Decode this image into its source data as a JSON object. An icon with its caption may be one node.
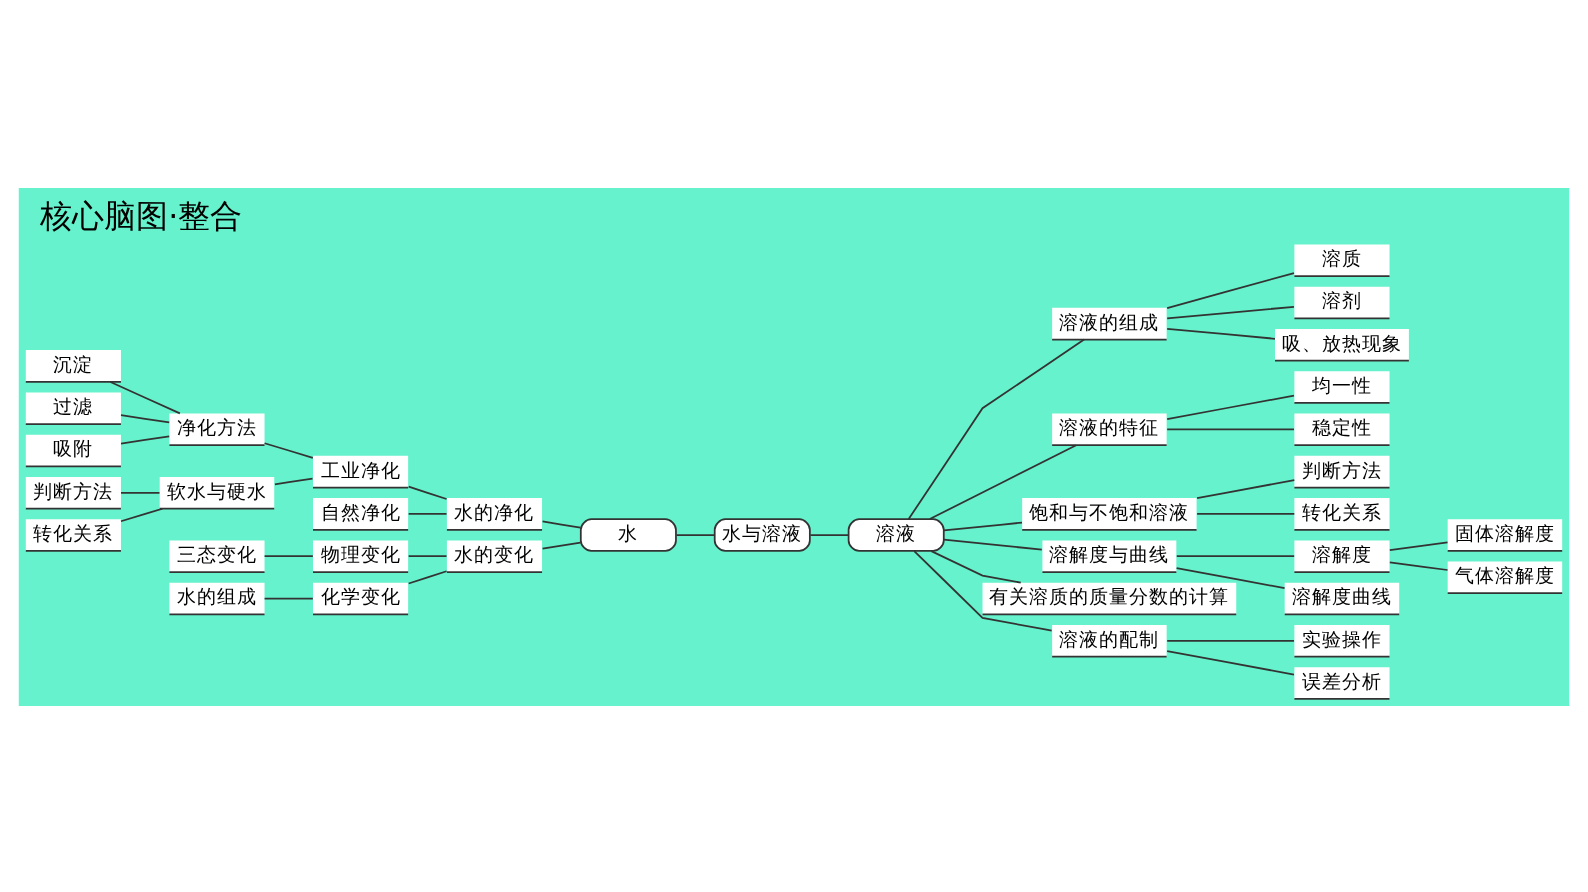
{
  "diagram": {
    "title": "核心脑图·整合",
    "nodes": [
      {
        "text": [
          "沉淀"
        ]
      },
      {
        "text": [
          "过滤"
        ]
      },
      {
        "text": [
          "吸附"
        ]
      },
      {
        "text": [
          "净化方法"
        ]
      },
      {
        "text": [
          "自然净化"
        ]
      },
      {
        "text": [
          "工业净化"
        ]
      },
      {
        "text": [
          "水的净化"
        ]
      },
      {
        "text": [
          "判断方法"
        ]
      },
      {
        "text": [
          "转化关系"
        ]
      },
      {
        "text": [
          "软水与硬水"
        ]
      },
      {
        "text": [
          "三态变化"
        ]
      },
      {
        "text": [
          "物理变化"
        ]
      },
      {
        "text": [
          "水的组成"
        ]
      },
      {
        "text": [
          "化学变化"
        ]
      },
      {
        "text": [
          "水的变化"
        ]
      },
      {
        "text": [
          "水"
        ]
      },
      {
        "text": [
          "水与溶液"
        ]
      },
      {
        "text": [
          "溶液"
        ]
      },
      {
        "text": [
          "溶液的组成"
        ]
      },
      {
        "text": [
          "溶质"
        ]
      },
      {
        "text": [
          "溶剂"
        ]
      },
      {
        "text": [
          "吸、放热现象"
        ]
      },
      {
        "text": [
          "溶液的特征"
        ]
      },
      {
        "text": [
          "均一性"
        ]
      },
      {
        "text": [
          "稳定性"
        ]
      },
      {
        "text": [
          "饱和与不饱和溶液"
        ]
      },
      {
        "text": [
          "判断方法"
        ]
      },
      {
        "text": [
          "转化关系"
        ]
      },
      {
        "text": [
          "溶解度与曲线"
        ]
      },
      {
        "text": [
          "溶解度"
        ]
      },
      {
        "text": [
          "溶解度曲线"
        ]
      },
      {
        "text": [
          "固体溶解度"
        ]
      },
      {
        "text": [
          "气体溶解度"
        ]
      },
      {
        "text": [
          "有关溶质的质量分数的计算"
        ]
      },
      {
        "text": [
          "溶液的配制"
        ]
      },
      {
        "text": [
          "实验操作"
        ]
      },
      {
        "text": [
          "误差分析"
        ]
      }
    ],
    "edges": [
      {
        "from": 0,
        "to": 3,
        "arrow": "none"
      },
      {
        "from": 1,
        "to": 3,
        "arrow": "none"
      },
      {
        "from": 2,
        "to": 3,
        "arrow": "none"
      },
      {
        "from": 3,
        "to": 5,
        "arrow": "none"
      },
      {
        "from": 9,
        "to": 5,
        "arrow": "none"
      },
      {
        "from": 4,
        "to": 6,
        "arrow": "none"
      },
      {
        "from": 5,
        "to": 6,
        "arrow": "none"
      },
      {
        "from": 7,
        "to": 9,
        "arrow": "none"
      },
      {
        "from": 8,
        "to": 9,
        "arrow": "none"
      },
      {
        "from": 10,
        "to": 11,
        "arrow": "none"
      },
      {
        "from": 12,
        "to": 13,
        "arrow": "none"
      },
      {
        "from": 11,
        "to": 14,
        "arrow": "none"
      },
      {
        "from": 13,
        "to": 14,
        "arrow": "none"
      },
      {
        "from": 6,
        "to": 15,
        "arrow": "none"
      },
      {
        "from": 14,
        "to": 15,
        "arrow": "none"
      },
      {
        "from": 15,
        "to": 16,
        "arrow": "none"
      },
      {
        "from": 16,
        "to": 17,
        "arrow": "none"
      },
      {
        "from": 17,
        "to": 18,
        "arrow": "none"
      },
      {
        "from": 17,
        "to": 22,
        "arrow": "none"
      },
      {
        "from": 17,
        "to": 25,
        "arrow": "none"
      },
      {
        "from": 17,
        "to": 28,
        "arrow": "none"
      },
      {
        "from": 17,
        "to": 33,
        "arrow": "none"
      },
      {
        "from": 17,
        "to": 34,
        "arrow": "none"
      },
      {
        "from": 18,
        "to": 19,
        "arrow": "none"
      },
      {
        "from": 18,
        "to": 20,
        "arrow": "none"
      },
      {
        "from": 18,
        "to": 21,
        "arrow": "none"
      },
      {
        "from": 22,
        "to": 23,
        "arrow": "none"
      },
      {
        "from": 22,
        "to": 24,
        "arrow": "none"
      },
      {
        "from": 25,
        "to": 26,
        "arrow": "none"
      },
      {
        "from": 25,
        "to": 27,
        "arrow": "none"
      },
      {
        "from": 28,
        "to": 29,
        "arrow": "none"
      },
      {
        "from": 28,
        "to": 30,
        "arrow": "none"
      },
      {
        "from": 29,
        "to": 31,
        "arrow": "none"
      },
      {
        "from": 29,
        "to": 32,
        "arrow": "none"
      },
      {
        "from": 34,
        "to": 35,
        "arrow": "none"
      },
      {
        "from": 34,
        "to": 36,
        "arrow": "none"
      }
    ]
  }
}
